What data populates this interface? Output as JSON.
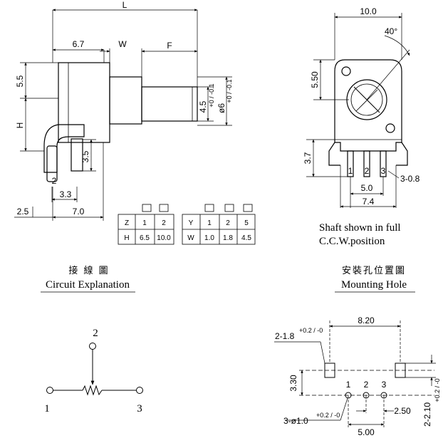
{
  "side_view": {
    "dims": {
      "L": "L",
      "d67": "6.7",
      "W": "W",
      "F": "F",
      "d55": "5.5",
      "H": "H",
      "d45": "4.5",
      "d45_tol": "+0 / -0.1",
      "d6": "ø6",
      "d6_tol": "+0 / -0.1",
      "d35": "3.5",
      "d33": "3.3",
      "d25": "2.5",
      "d70": "7.0",
      "pin2": "2"
    },
    "table_z": {
      "headers": [
        "Z",
        "1",
        "2"
      ],
      "row": [
        "H",
        "6.5",
        "10.0"
      ]
    },
    "table_y": {
      "headers": [
        "Y",
        "1",
        "2",
        "5"
      ],
      "row": [
        "W",
        "1.0",
        "1.8",
        "4.5"
      ]
    }
  },
  "front_view": {
    "dims": {
      "d100": "10.0",
      "angle": "40°",
      "d550": "5.50",
      "d37": "3.7",
      "d50": "5.0",
      "d74": "7.4",
      "pins": "3-0.8"
    },
    "pin_labels": [
      "1",
      "2",
      "3"
    ],
    "caption_lines": [
      "Shaft shown in full",
      "C.C.W.position"
    ]
  },
  "circuit": {
    "title_cn": "接 線 圖",
    "title_en": "Circuit Explanation",
    "labels": {
      "p1": "1",
      "p2": "2",
      "p3": "3"
    }
  },
  "mounting": {
    "title_cn": "安裝孔位置圖",
    "title_en": "Mounting Hole",
    "dims": {
      "d820": "8.20",
      "slot": "2-1.8",
      "slot_tol": "+0.2 / -0",
      "d330": "3.30",
      "slot_w": "2-2.10",
      "slot_w_tol": "+0.2 / -0",
      "d250": "2.50",
      "d500": "5.00",
      "holes": "3-ø1.0",
      "holes_tol": "+0.2 / -0"
    },
    "hole_labels": [
      "1",
      "2",
      "3"
    ]
  }
}
